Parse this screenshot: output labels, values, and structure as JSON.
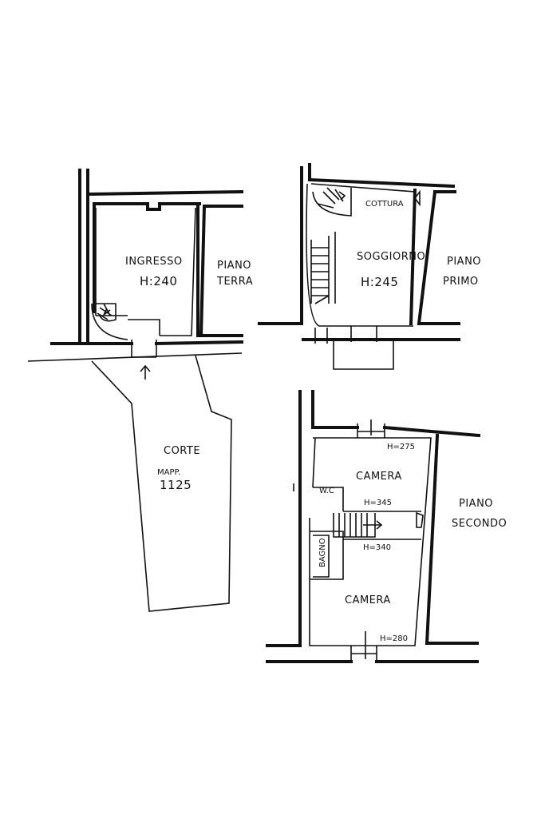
{
  "ground_floor": {
    "room_ingresso": "INGRESSO",
    "height_ingresso": "H:240",
    "floor_label_line1": "PIANO",
    "floor_label_line2": "TERRA",
    "courtyard_name": "CORTE",
    "courtyard_map_ref": "MAPP.",
    "courtyard_parcel": "1125"
  },
  "first_floor": {
    "room_cottura": "COTTURA",
    "room_soggiorno": "SOGGIORNO",
    "height_soggiorno": "H:245",
    "floor_label_line1": "PIANO",
    "floor_label_line2": "PRIMO"
  },
  "second_floor": {
    "height_top": "H=275",
    "room_camera_top": "CAMERA",
    "room_wc": "W.C",
    "height_stair_top": "H=345",
    "height_stair_bottom": "H=340",
    "room_bagno": "BAGNO",
    "room_camera_bottom": "CAMERA",
    "height_bottom": "H=280",
    "floor_label_line1": "PIANO",
    "floor_label_line2": "SECONDO"
  }
}
